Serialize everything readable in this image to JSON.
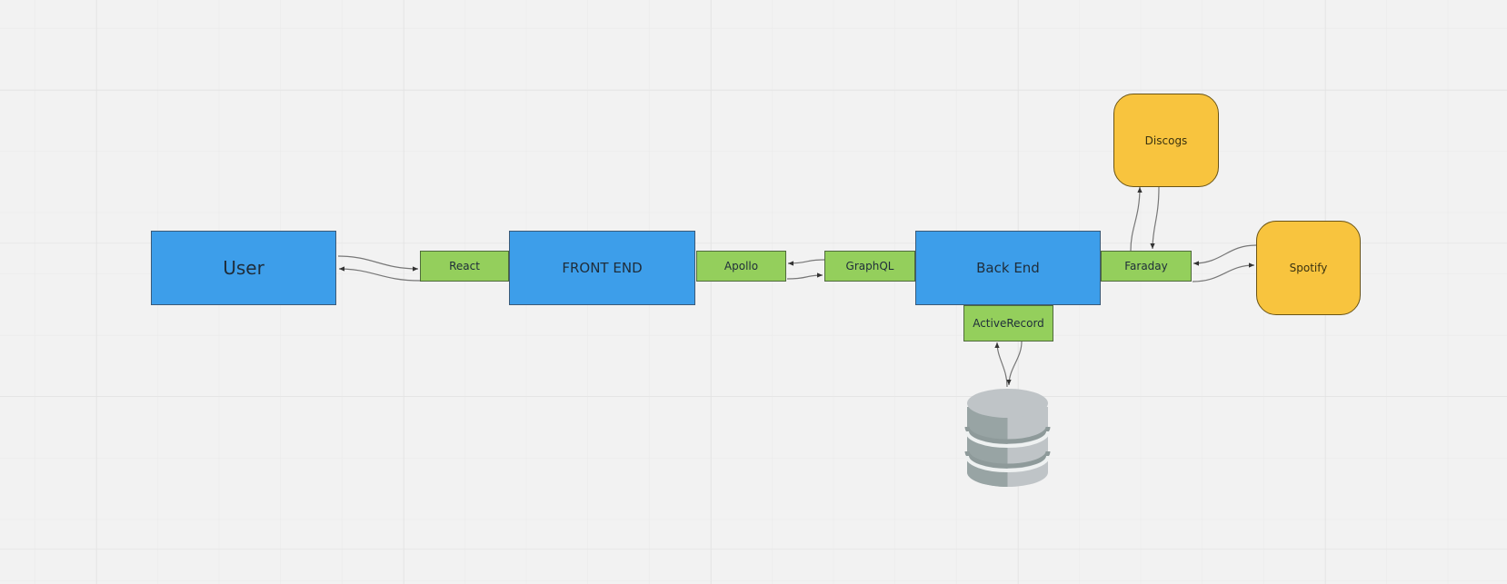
{
  "diagram": {
    "nodes": {
      "user": "User",
      "react": "React",
      "front_end": "FRONT END",
      "apollo": "Apollo",
      "graphql": "GraphQL",
      "back_end": "Back End",
      "faraday": "Faraday",
      "active_record": "ActiveRecord",
      "discogs": "Discogs",
      "spotify": "Spotify"
    },
    "database_icon": "database-icon",
    "colors": {
      "background": "#f2f2f2",
      "primary_box": "#3d9eea",
      "connector_box": "#94cf5c",
      "external_service": "#f8c43e",
      "database": "#bfc4c7"
    },
    "edges": [
      {
        "from": "User",
        "to": "React",
        "bidirectional": true
      },
      {
        "from": "Apollo",
        "to": "GraphQL",
        "bidirectional": true
      },
      {
        "from": "Faraday",
        "to": "Discogs",
        "bidirectional": true
      },
      {
        "from": "Faraday",
        "to": "Spotify",
        "bidirectional": true
      },
      {
        "from": "ActiveRecord",
        "to": "Database",
        "bidirectional": true
      }
    ]
  }
}
